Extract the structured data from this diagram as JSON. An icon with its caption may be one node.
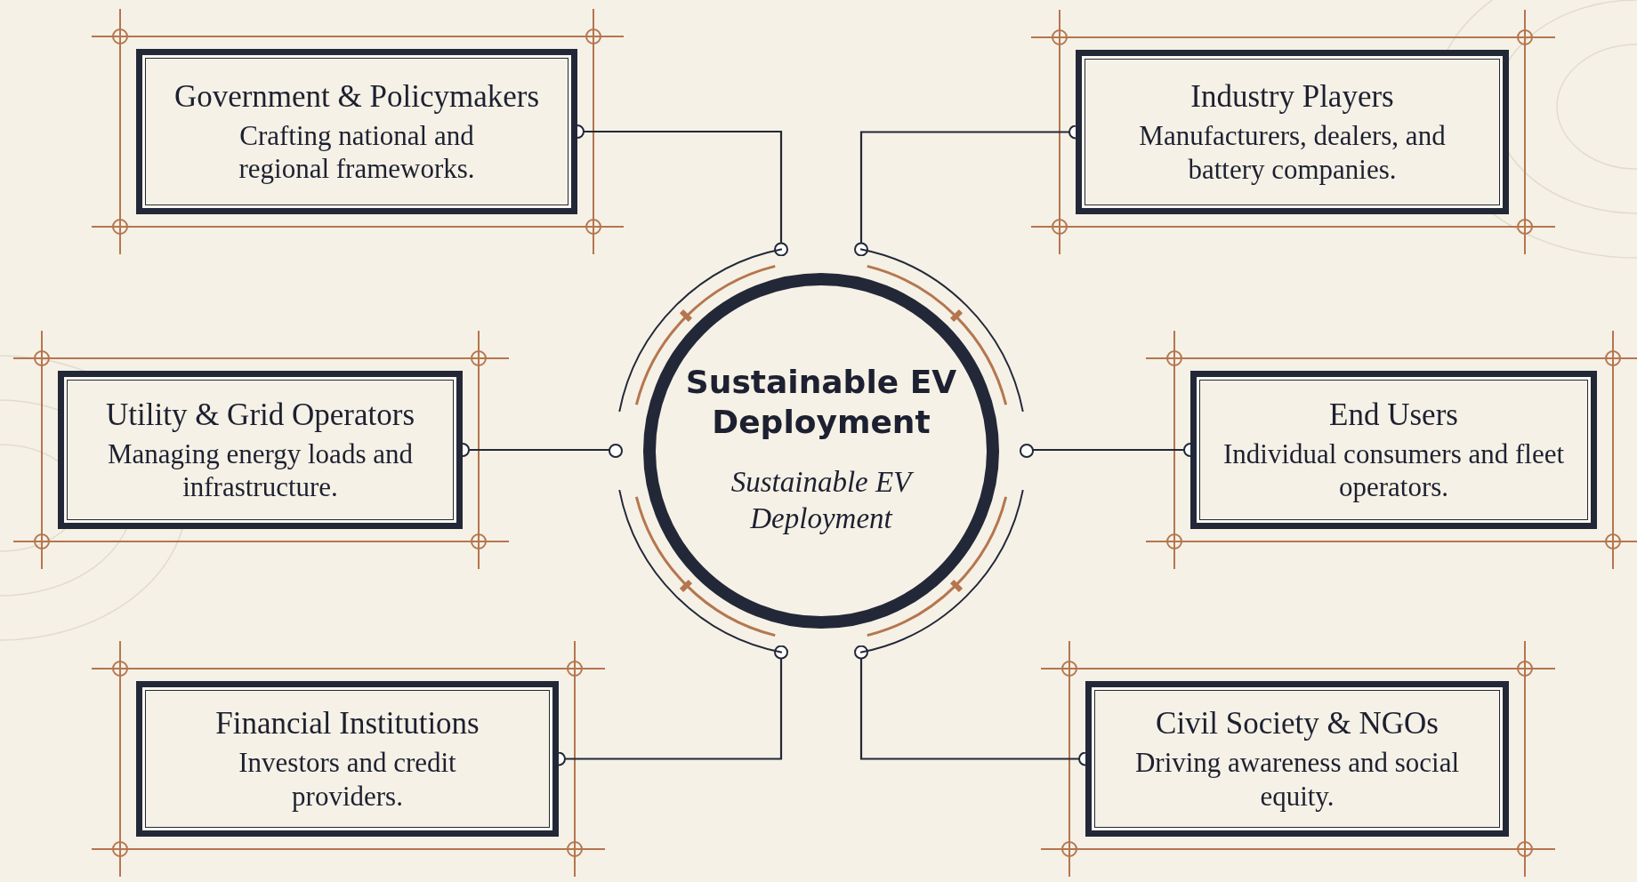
{
  "diagram": {
    "nodes": [
      {
        "text": [
          "Government & Policymakers",
          "Crafting national and regional frameworks."
        ]
      },
      {
        "text": [
          "Industry Players",
          "Manufacturers, dealers, and battery companies."
        ]
      },
      {
        "text": [
          "Utility & Grid Operators",
          "Managing energy loads and infrastructure."
        ]
      },
      {
        "text": [
          "Sustainable EV Deployment",
          "Sustainable EV Deployment"
        ]
      },
      {
        "text": [
          "End Users",
          "Individual consumers and fleet operators."
        ]
      },
      {
        "text": [
          "Financial Institutions",
          "Investors and credit providers."
        ]
      },
      {
        "text": [
          "Civil Society & NGOs",
          "Driving awareness and social equity."
        ]
      }
    ],
    "edges": [
      {
        "from": 3,
        "to": 0,
        "arrow": "other"
      },
      {
        "from": 3,
        "to": 1,
        "arrow": "other"
      },
      {
        "from": 3,
        "to": 2,
        "arrow": "other"
      },
      {
        "from": 3,
        "to": 4,
        "arrow": "other"
      },
      {
        "from": 3,
        "to": 5,
        "arrow": "other"
      },
      {
        "from": 3,
        "to": 6,
        "arrow": "other"
      }
    ]
  }
}
